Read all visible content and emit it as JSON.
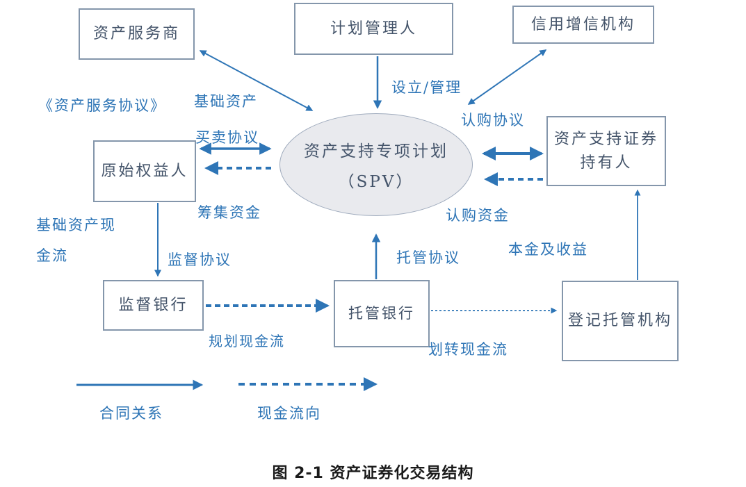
{
  "diagram": {
    "caption": "图 2-1 资产证券化交易结构",
    "nodes": {
      "service_provider": "资产服务商",
      "plan_manager": "计划管理人",
      "credit_enhancer": "信用增信机构",
      "originator": "原始权益人",
      "spv_line1": "资产支持专项计划",
      "spv_line2": "（SPV）",
      "holders_line1": "资产支持证券",
      "holders_line2": "持有人",
      "supervising_bank": "监督银行",
      "custodian_bank": "托管银行",
      "registrar": "登记托管机构"
    },
    "edge_labels": {
      "service_agreement": "《资产服务协议》",
      "underlying_asset": "基础资产",
      "sale_agreement": "买卖协议",
      "setup_manage": "设立/管理",
      "subscription_agreement": "认购协议",
      "raise_funds": "筹集资金",
      "subscription_funds": "认购资金",
      "underlying_cash_line1": "基础资产现",
      "underlying_cash_line2": "金流",
      "supervision_agreement": "监督协议",
      "custody_agreement": "托管协议",
      "principal_and_interest": "本金及收益",
      "plan_cashflow": "规划现金流",
      "transfer_cashflow": "划转现金流"
    },
    "legend": {
      "contract_relation": "合同关系",
      "cash_flow": "现金流向"
    },
    "colors": {
      "arrow": "#2e75b6",
      "label_text": "#2e75b6",
      "node_text": "#44546a",
      "node_border": "#8496ab",
      "ellipse_fill": "#e9eaee",
      "caption_text": "#1a1a1a"
    }
  }
}
